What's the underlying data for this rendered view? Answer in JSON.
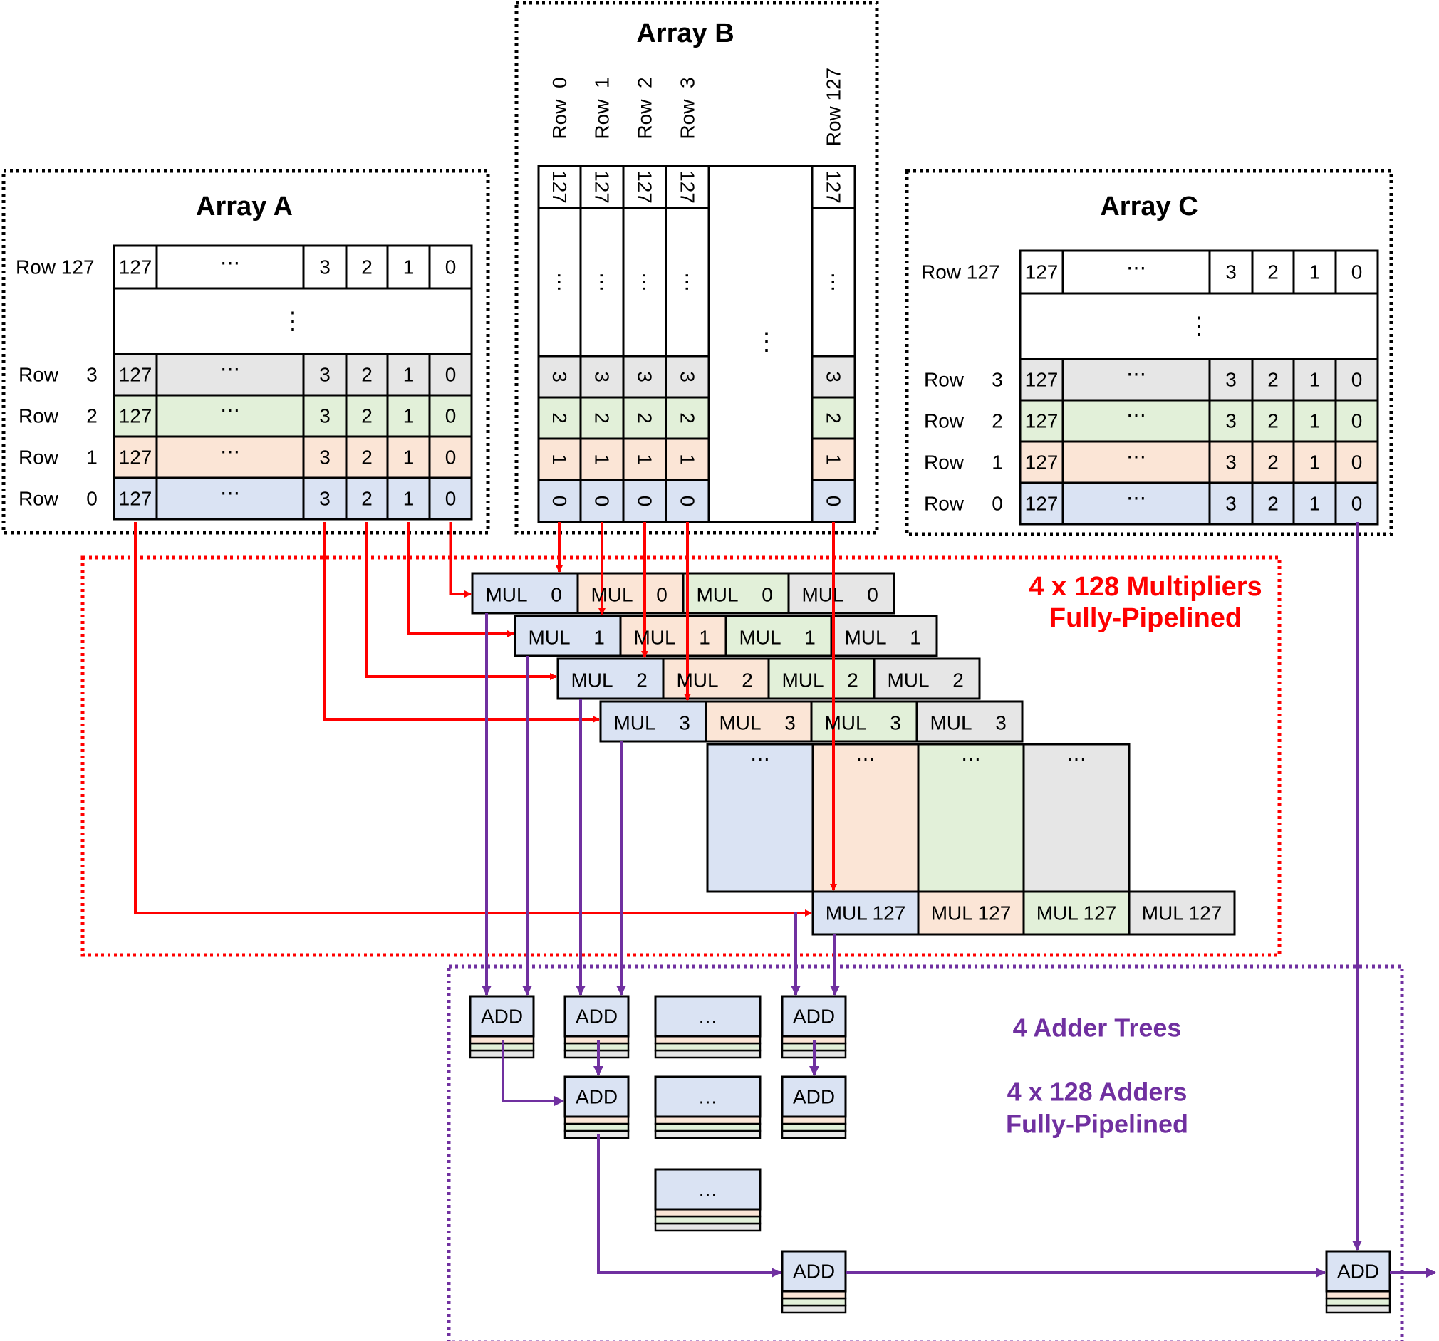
{
  "arrays": {
    "a": {
      "title": "Array A",
      "top_row_label": "Row 127",
      "row_word": "Row",
      "row_numbers": [
        "3",
        "2",
        "1",
        "0"
      ],
      "cells": [
        "127",
        "⋯",
        "3",
        "2",
        "1",
        "0"
      ],
      "ellipsis_vertical": "⋮"
    },
    "b": {
      "title": "Array B",
      "column_labels": [
        "Row  0",
        "Row  1",
        "Row  2",
        "Row  3",
        "Row 127"
      ],
      "column_cells": [
        "127",
        "⋯",
        "3",
        "2",
        "1",
        "0"
      ],
      "middle_ellipsis": "⋮"
    },
    "c": {
      "title": "Array C",
      "top_row_label": "Row 127",
      "row_word": "Row",
      "row_numbers": [
        "3",
        "2",
        "1",
        "0"
      ],
      "cells": [
        "127",
        "⋯",
        "3",
        "2",
        "1",
        "0"
      ],
      "ellipsis_vertical": "⋮"
    }
  },
  "multipliers": {
    "title_line1": "4 x 128 Multipliers",
    "title_line2": "Fully-Pipelined",
    "rows": [
      {
        "label": "MUL",
        "index": "0"
      },
      {
        "label": "MUL",
        "index": "1"
      },
      {
        "label": "MUL",
        "index": "2"
      },
      {
        "label": "MUL",
        "index": "3"
      }
    ],
    "ellipsis": "⋯",
    "last_row_label": "MUL 127"
  },
  "adders": {
    "title_line1": "4 Adder Trees",
    "title_line2": "4 x 128 Adders",
    "title_line3": "Fully-Pipelined",
    "add_label": "ADD",
    "ellipsis": "…"
  },
  "colors": {
    "blue": "#dae3f3",
    "orange": "#fbe5d6",
    "green": "#e2f0d9",
    "gray": "#e6e6e6",
    "red": "#ff0000",
    "purple": "#7030a0",
    "black": "#000000"
  }
}
